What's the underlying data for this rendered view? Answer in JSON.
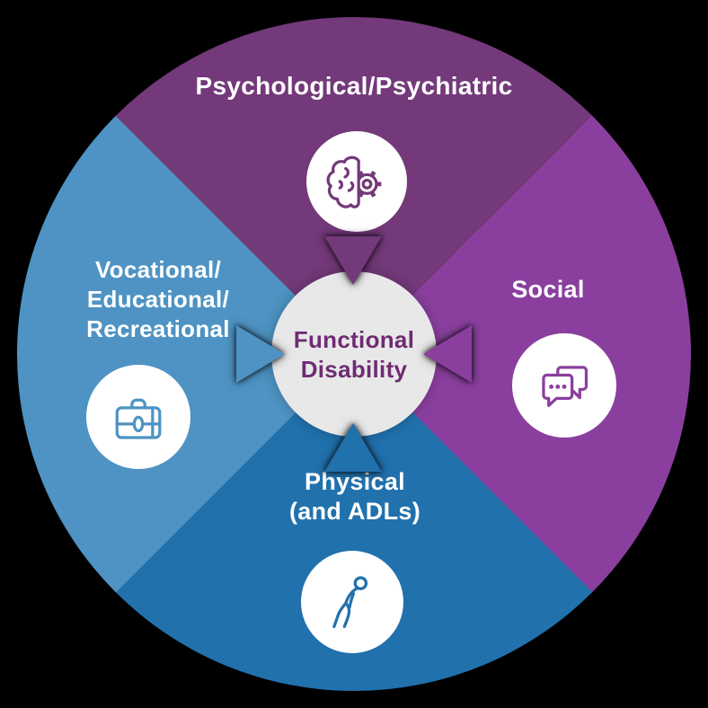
{
  "wheel": {
    "center": {
      "label_lines": [
        "Functional",
        "Disability"
      ]
    },
    "quadrants": {
      "top": {
        "label_lines": [
          "Psychological/Psychiatric"
        ],
        "color": "#73397A",
        "icon": "brain-gear-icon"
      },
      "right": {
        "label_lines": [
          "Social"
        ],
        "color": "#8A3F9E",
        "icon": "speech-bubbles-icon"
      },
      "bottom": {
        "label_lines": [
          "Physical",
          "(and ADLs)"
        ],
        "color": "#2171AD",
        "icon": "person-bending-icon"
      },
      "left": {
        "label_lines": [
          "Vocational/",
          "Educational/",
          "Recreational"
        ],
        "color": "#4E93C3",
        "icon": "briefcase-icon"
      }
    },
    "colors": {
      "background": "#000000",
      "center_circle": "#E8E8E8",
      "center_text": "#6F2B73",
      "icon_circle": "#FFFFFF",
      "label_text": "#FFFFFF"
    }
  }
}
